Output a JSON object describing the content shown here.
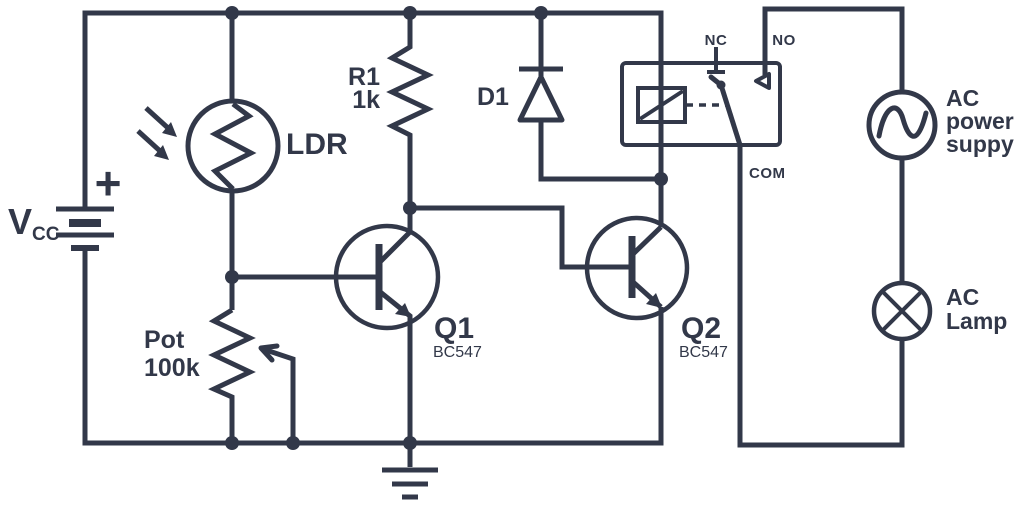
{
  "diagram": {
    "title": "LDR relay AC lamp circuit",
    "colors": {
      "line": "#323849",
      "component_fill": "#f8d36d",
      "background": "#ffffff"
    },
    "labels": {
      "battery": {
        "symbol": "V",
        "subscript": "CC",
        "plus": "+"
      },
      "ldr": "LDR",
      "r1": {
        "name": "R1",
        "value": "1k"
      },
      "pot": {
        "name": "Pot",
        "value": "100k"
      },
      "d1": "D1",
      "q1": {
        "name": "Q1",
        "part": "BC547"
      },
      "q2": {
        "name": "Q2",
        "part": "BC547"
      },
      "relay": {
        "nc": "NC",
        "no": "NO",
        "com": "COM"
      },
      "ac_supply": [
        "AC",
        "power",
        "suppy"
      ],
      "ac_lamp": [
        "AC",
        "Lamp"
      ]
    }
  }
}
